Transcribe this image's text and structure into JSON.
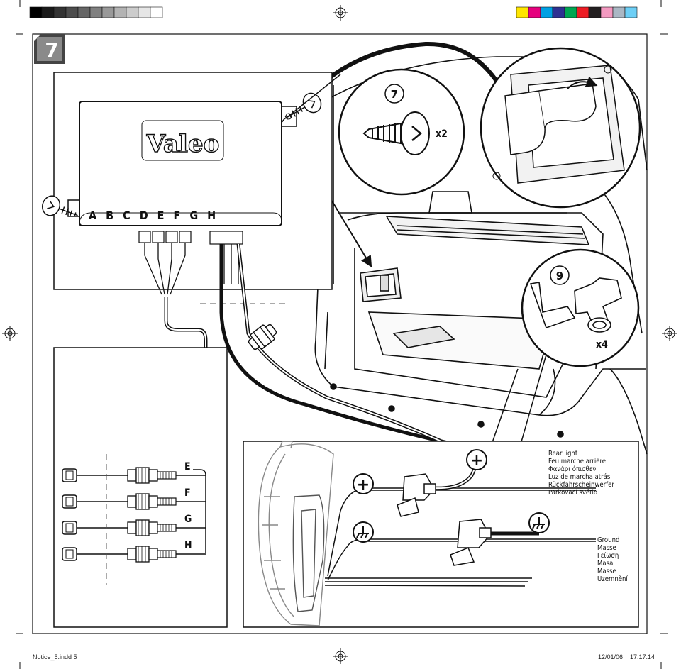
{
  "step": {
    "number": "7"
  },
  "control_unit": {
    "brand": "Valeo",
    "connector_letters": [
      "A",
      "B",
      "C",
      "D",
      "E",
      "F",
      "G",
      "H"
    ]
  },
  "callouts": {
    "screw": {
      "number": "7",
      "quantity": "x2"
    },
    "clip": {
      "number": "9",
      "quantity": "x4"
    }
  },
  "sensors": {
    "labels": [
      "E",
      "F",
      "G",
      "H"
    ]
  },
  "wiring": {
    "plus_symbol": "+",
    "rear_light_labels": [
      "Rear light",
      "Feu marche arrière",
      "Φανάρι όπισθεν",
      "Luz de marcha atrás",
      "Rückfahrscheinwerfer",
      "Parkovací světlo"
    ],
    "ground_labels": [
      "Ground",
      "Masse",
      "Γείωση",
      "Masa",
      "Masse",
      "Uzemnění"
    ]
  },
  "print_marks": {
    "grayscale_bar": [
      "#000000",
      "#1a1a1a",
      "#333333",
      "#4d4d4d",
      "#666666",
      "#808080",
      "#999999",
      "#b3b3b3",
      "#cccccc",
      "#e6e6e6",
      "#ffffff"
    ],
    "color_bar": [
      "#ffe600",
      "#e6007e",
      "#00a0e3",
      "#2e3192",
      "#00a651",
      "#ed1c24",
      "#231f20",
      "#f49ac1",
      "#aab7c4",
      "#6dcff6"
    ]
  },
  "footer": {
    "file": "Notice_5.indd   5",
    "date": "12/01/06",
    "time": "17:17:14"
  }
}
